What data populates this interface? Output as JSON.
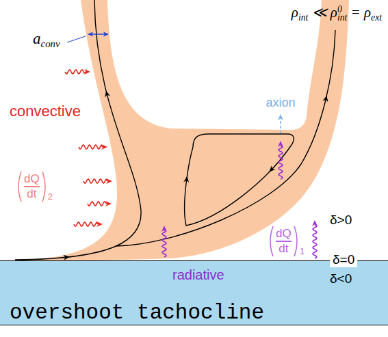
{
  "diagram": {
    "nodes": [
      {
        "text": [
          "radiative",
          "overshoot tachocline"
        ]
      }
    ],
    "labels": [
      "ρint ≪ ρ0int = ρext",
      "aconv",
      "convective",
      "dQ",
      "dt",
      "2",
      "axion",
      "dQ",
      "dt",
      "1",
      "δ>0",
      "δ=0",
      "δ<0"
    ]
  }
}
